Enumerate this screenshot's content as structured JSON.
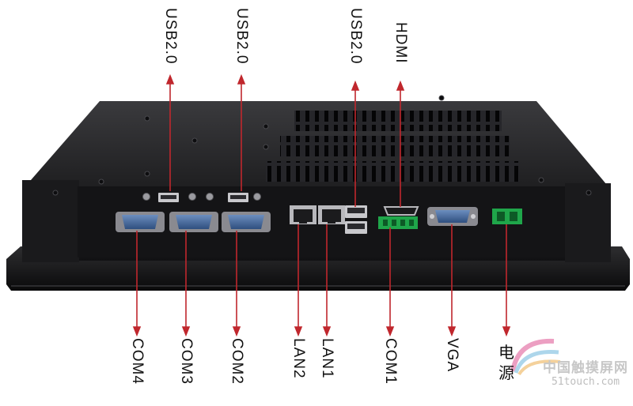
{
  "labels": {
    "top": [
      "USB2.0",
      "USB2.0",
      "USB2.0",
      "HDMI"
    ],
    "bottom": [
      "COM4",
      "COM3",
      "COM2",
      "LAN2",
      "LAN1",
      "COM1",
      "VGA"
    ],
    "power_char1": "电",
    "power_char2": "源"
  },
  "watermark": {
    "text_cn": "中国触摸屏网",
    "url": "51touch.com"
  },
  "colors": {
    "panel": "#1c1c1e",
    "arrow": "#c0272d",
    "terminal": "#1fa64a"
  }
}
